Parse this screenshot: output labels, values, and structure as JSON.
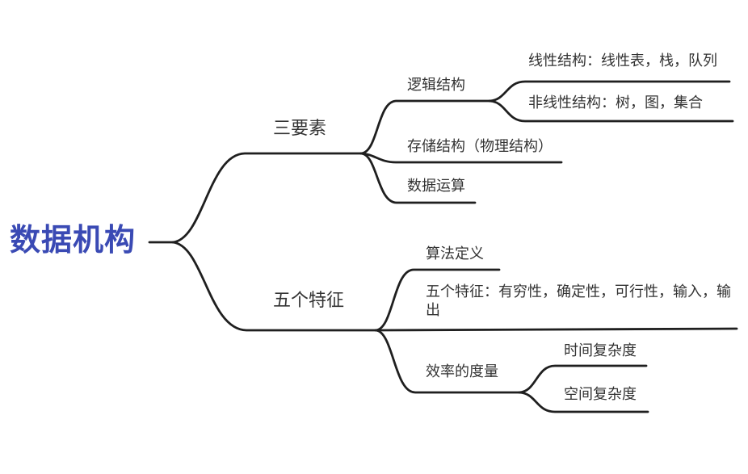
{
  "diagram_type": "mindmap",
  "colors": {
    "root_text": "#3a4ab4",
    "node_text": "#333333",
    "line": "#1f1f1f",
    "background": "#ffffff"
  },
  "root": {
    "label": "数据机构"
  },
  "branches": [
    {
      "label": "三要素",
      "children": [
        {
          "label": "逻辑结构",
          "children": [
            {
              "label": "线性结构：线性表，栈，队列"
            },
            {
              "label": "非线性结构：树，图，集合"
            }
          ]
        },
        {
          "label": "存储结构（物理结构）"
        },
        {
          "label": "数据运算"
        }
      ]
    },
    {
      "label": "五个特征",
      "children": [
        {
          "label": "算法定义"
        },
        {
          "label": "五个特征：有穷性，确定性，可行性，输入，输出"
        },
        {
          "label": "效率的度量",
          "children": [
            {
              "label": "时间复杂度"
            },
            {
              "label": "空间复杂度"
            }
          ]
        }
      ]
    }
  ]
}
